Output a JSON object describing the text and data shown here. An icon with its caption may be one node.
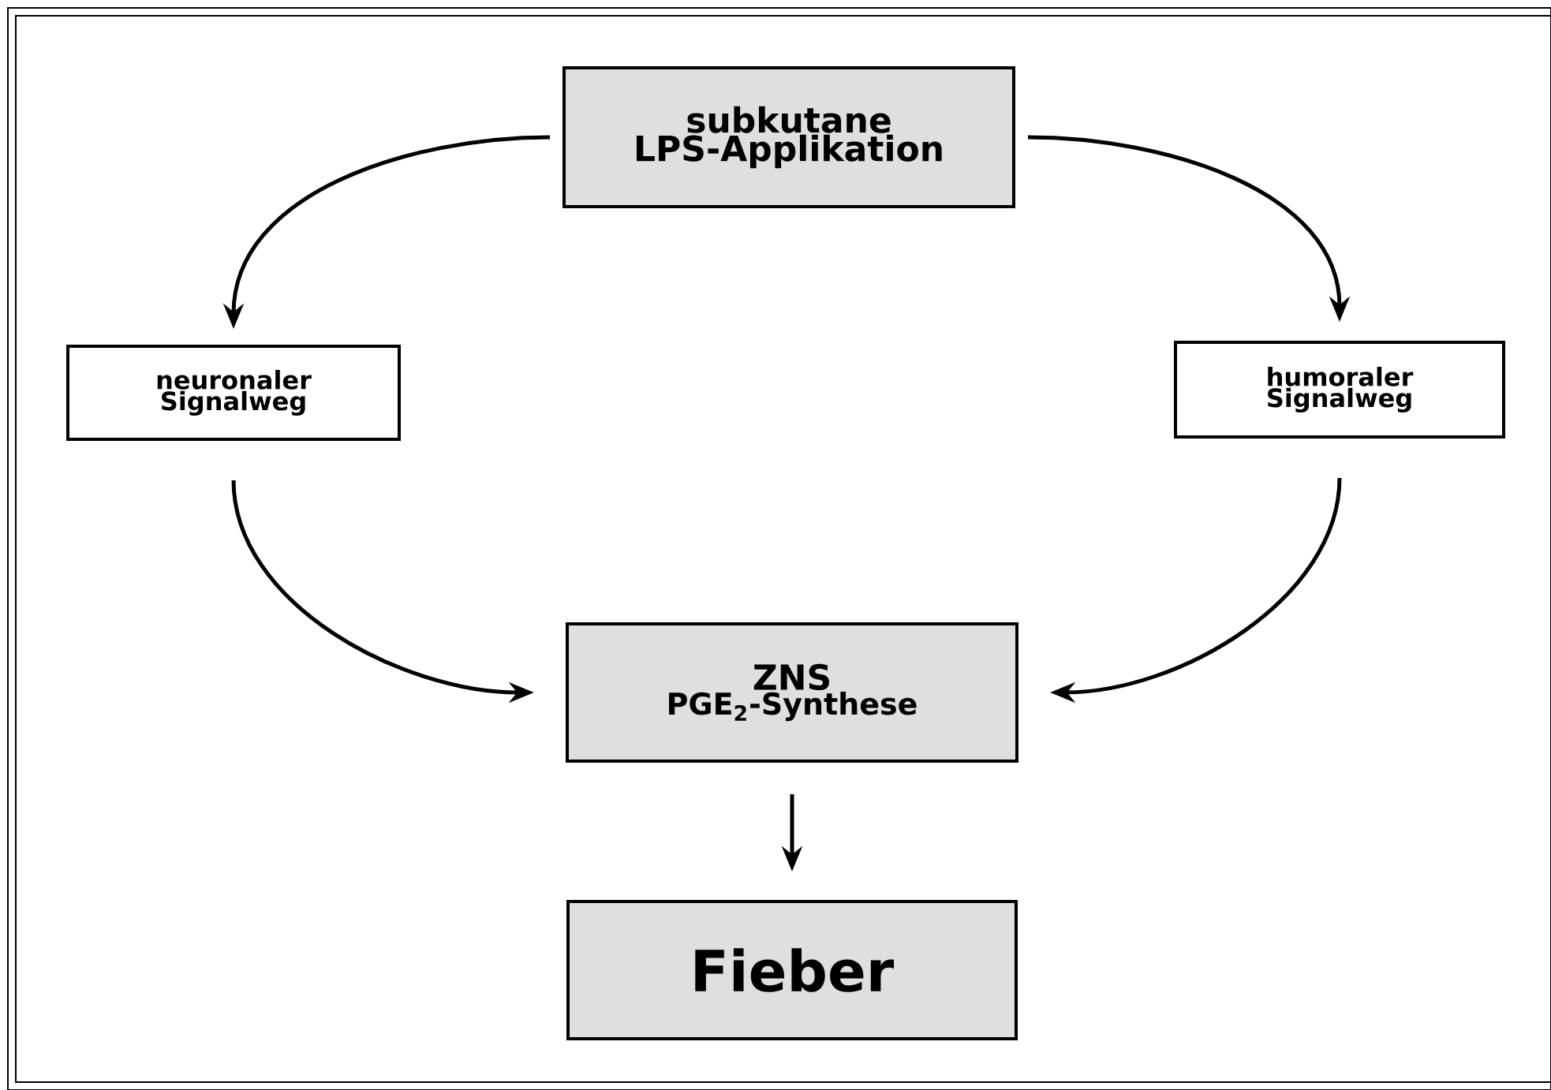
{
  "diagram": {
    "nodes": [
      {
        "text": [
          "subkutane LPS-Applikation"
        ]
      },
      {
        "text": [
          "neuronaler Signalweg"
        ]
      },
      {
        "text": [
          "humoraler Signalweg"
        ]
      },
      {
        "text": [
          "ZNS",
          "PGE$_{2}$-Synthese"
        ]
      },
      {
        "text": [
          "Fieber"
        ]
      }
    ],
    "edges": [
      {
        "from": 0,
        "to": 1,
        "arrow": "to"
      },
      {
        "from": 0,
        "to": 2,
        "arrow": "to"
      },
      {
        "from": 1,
        "to": 3,
        "arrow": "to"
      },
      {
        "from": 2,
        "to": 3,
        "arrow": "to"
      },
      {
        "from": 3,
        "to": 4,
        "arrow": "to"
      }
    ]
  }
}
